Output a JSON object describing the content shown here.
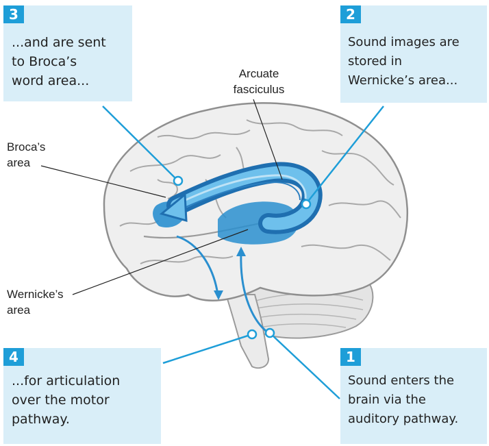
{
  "callouts": {
    "c3": {
      "number": "3",
      "text": "...and are sent\nto Broca’s\nword area..."
    },
    "c2": {
      "number": "2",
      "text": "Sound images are\nstored in\nWernicke’s area..."
    },
    "c4": {
      "number": "4",
      "text": "...for articulation\nover the motor\npathway."
    },
    "c1": {
      "number": "1",
      "text": "Sound enters the\nbrain via the\nauditory pathway."
    }
  },
  "labels": {
    "arcuate": "Arcuate\nfasciculus",
    "broca": "Broca’s\narea",
    "wernicke": "Wernicke’s\narea"
  },
  "colors": {
    "accent": "#1e9ed8",
    "callout_bg": "#d9eef8",
    "pathway": "#2a8fcf",
    "brain": "#ededed"
  }
}
